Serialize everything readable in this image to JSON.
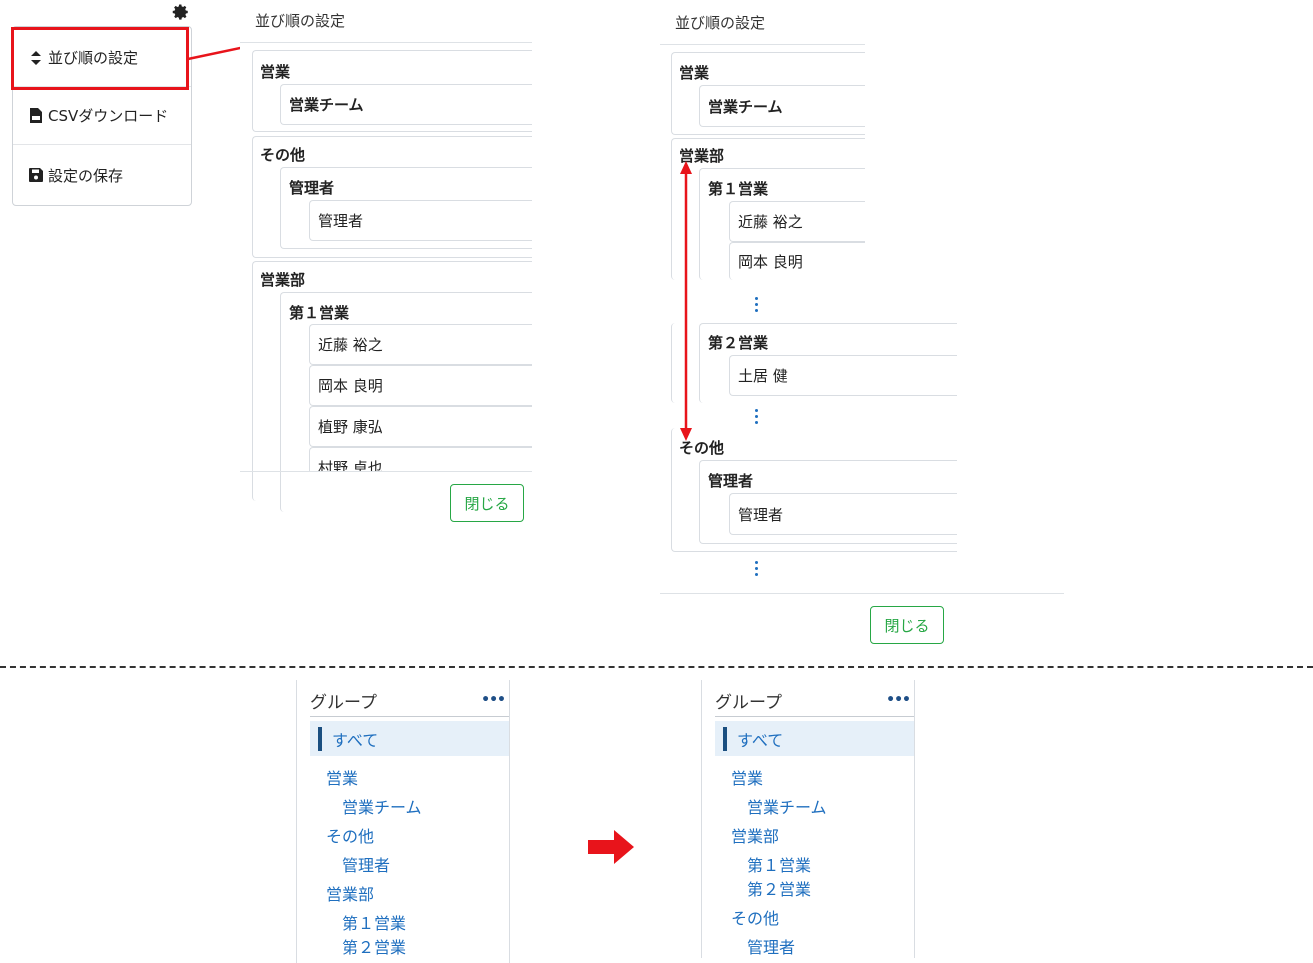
{
  "menu": {
    "items": [
      {
        "label": "並び順の設定",
        "icon": "sort-icon"
      },
      {
        "label": "CSVダウンロード",
        "icon": "csv-file-icon"
      },
      {
        "label": "設定の保存",
        "icon": "save-icon"
      }
    ]
  },
  "dialog_before": {
    "title": "並び順の設定",
    "rows": {
      "g1": "営業",
      "g1a": "営業チーム",
      "g2": "その他",
      "g2a": "管理者",
      "g2a1": "管理者",
      "g3": "営業部",
      "g3a": "第１営業",
      "g3a1": "近藤 裕之",
      "g3a2": "岡本 良明",
      "g3a3": "植野 康弘",
      "g3a4": "村野 卓也"
    },
    "close_label": "閉じる"
  },
  "dialog_after": {
    "title": "並び順の設定",
    "rows": {
      "g1": "営業",
      "g1a": "営業チーム",
      "g2": "営業部",
      "g2a": "第１営業",
      "g2a1": "近藤 裕之",
      "g2a2": "岡本 良明",
      "g2b": "第２営業",
      "g2b1": "土居 健",
      "g3": "その他",
      "g3a": "管理者",
      "g3a1": "管理者"
    },
    "close_label": "閉じる"
  },
  "groups_before": {
    "title": "グループ",
    "more": "•••",
    "all": "すべて",
    "items": [
      "営業",
      "営業チーム",
      "その他",
      "管理者",
      "営業部",
      "第１営業",
      "第２営業"
    ]
  },
  "groups_after": {
    "title": "グループ",
    "more": "•••",
    "all": "すべて",
    "items": [
      "営業",
      "営業チーム",
      "営業部",
      "第１営業",
      "第２営業",
      "その他",
      "管理者"
    ]
  },
  "colors": {
    "highlight": "#e8141b",
    "link": "#1f6fbf",
    "close_button": "#27a745"
  }
}
